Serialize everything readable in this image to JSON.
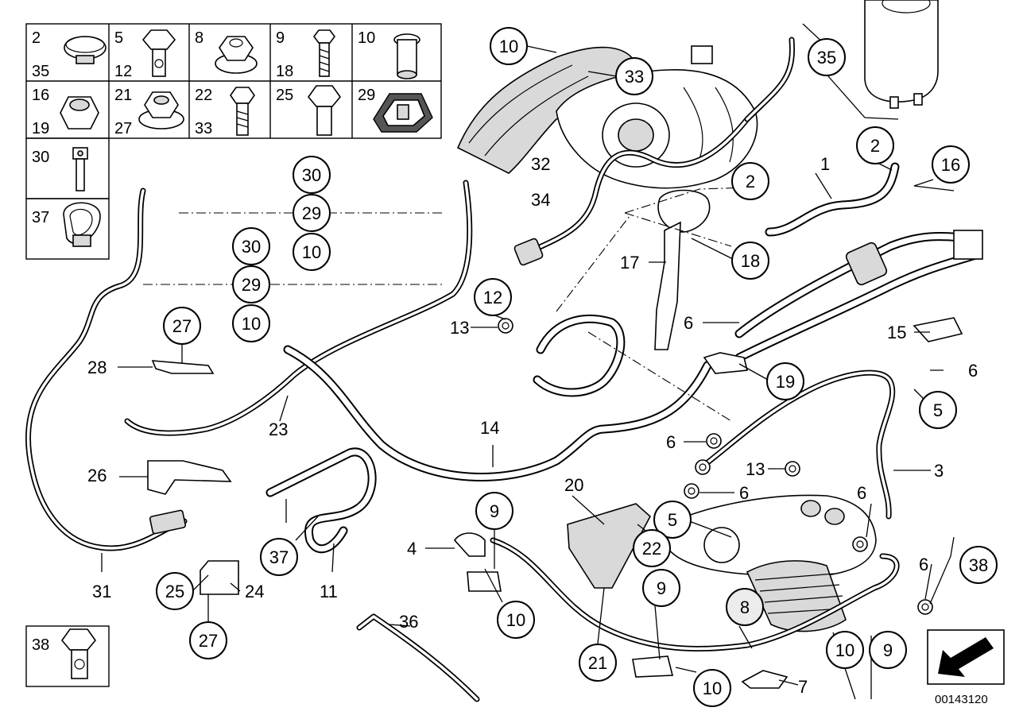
{
  "legend": {
    "cells": [
      {
        "a": "2",
        "b": "35",
        "icon": "clamp"
      },
      {
        "a": "5",
        "b": "12",
        "icon": "hollow-bolt"
      },
      {
        "a": "8",
        "b": "",
        "icon": "collar-nut"
      },
      {
        "a": "9",
        "b": "18",
        "icon": "bolt"
      },
      {
        "a": "10",
        "b": "",
        "icon": "rivet-nut"
      },
      {
        "a": "16",
        "b": "19",
        "icon": "hex-nut"
      },
      {
        "a": "21",
        "b": "27",
        "icon": "flange-nut"
      },
      {
        "a": "22",
        "b": "33",
        "icon": "bolt"
      },
      {
        "a": "25",
        "b": "",
        "icon": "hex-bolt"
      },
      {
        "a": "29",
        "b": "",
        "icon": "rubber-mount"
      },
      {
        "a": "30",
        "b": "",
        "icon": "socket-screw"
      },
      {
        "a": "37",
        "b": "",
        "icon": "hose-clamp"
      }
    ],
    "extra": {
      "a": "38",
      "icon": "hollow-bolt"
    }
  },
  "callouts": {
    "c10a": "10",
    "c33": "33",
    "c35": "35",
    "c2a": "2",
    "c2b": "2",
    "c16": "16",
    "c30a": "30",
    "c29a": "29",
    "c10b": "10",
    "c30b": "30",
    "c29b": "29",
    "c10c": "10",
    "c12": "12",
    "c27a": "27",
    "c18": "18",
    "c19": "19",
    "c5a": "5",
    "c9a": "9",
    "c5b": "5",
    "c22": "22",
    "c38": "38",
    "c25": "25",
    "c37": "37",
    "c27b": "27",
    "c10d": "10",
    "c9b": "9",
    "c8": "8",
    "c10e": "10",
    "c9c": "9",
    "c21": "21",
    "c10f": "10"
  },
  "labels": {
    "l32": "32",
    "l34": "34",
    "l1": "1",
    "l17": "17",
    "l6a": "6",
    "l15": "15",
    "l13a": "13",
    "l28": "28",
    "l6b": "6",
    "l23": "23",
    "l14": "14",
    "l6c": "6",
    "l13b": "13",
    "l3": "3",
    "l26": "26",
    "l6d": "6",
    "l6e": "6",
    "l20": "20",
    "l4": "4",
    "l6f": "6",
    "l31": "31",
    "l24": "24",
    "l11": "11",
    "l36": "36",
    "l7": "7"
  },
  "footer": {
    "ref_number": "00143120"
  },
  "icons": {
    "direction": "arrow-down-left-icon"
  }
}
